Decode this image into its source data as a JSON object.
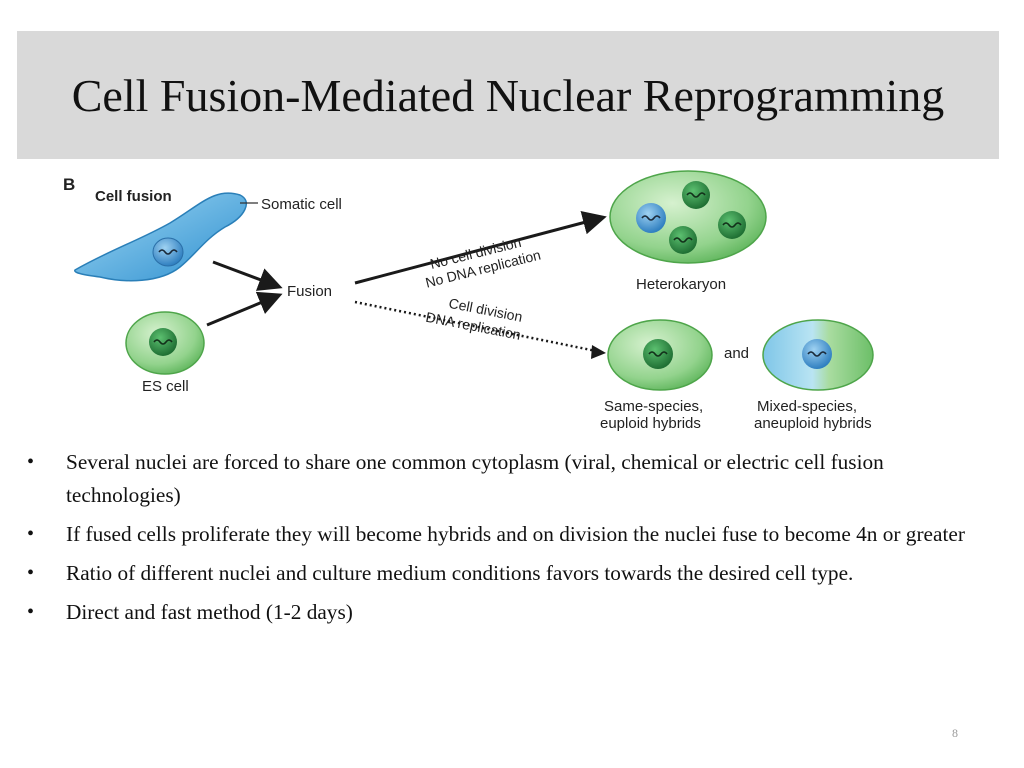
{
  "slide": {
    "title": "Cell Fusion-Mediated Nuclear Reprogramming",
    "page_number": "8"
  },
  "figure": {
    "panel_letter": "B",
    "heading": "Cell fusion",
    "somatic_label": "Somatic cell",
    "es_label": "ES cell",
    "fusion_label": "Fusion",
    "top_arrow_line1": "No cell division",
    "top_arrow_line2": "No DNA replication",
    "bottom_arrow_line1": "Cell division",
    "bottom_arrow_line2": "DNA replication",
    "heterokaryon_label": "Heterokaryon",
    "and_label": "and",
    "same_species_line1": "Same-species,",
    "same_species_line2": "euploid hybrids",
    "mixed_species_line1": "Mixed-species,",
    "mixed_species_line2": "aneuploid hybrids",
    "colors": {
      "somatic_cell": "#3a9fd8",
      "es_cell": "#8fd08a",
      "nucleus_green": "#2e8f45",
      "nucleus_blue": "#3b8fd0"
    }
  },
  "bullets": [
    "Several nuclei are forced to share one common cytoplasm (viral, chemical or electric cell fusion technologies)",
    "If  fused cells proliferate they will become hybrids and on division the nuclei fuse to become 4n or greater",
    "Ratio of  different nuclei and culture medium conditions favors towards the desired cell type.",
    "Direct and fast method (1-2 days)"
  ]
}
